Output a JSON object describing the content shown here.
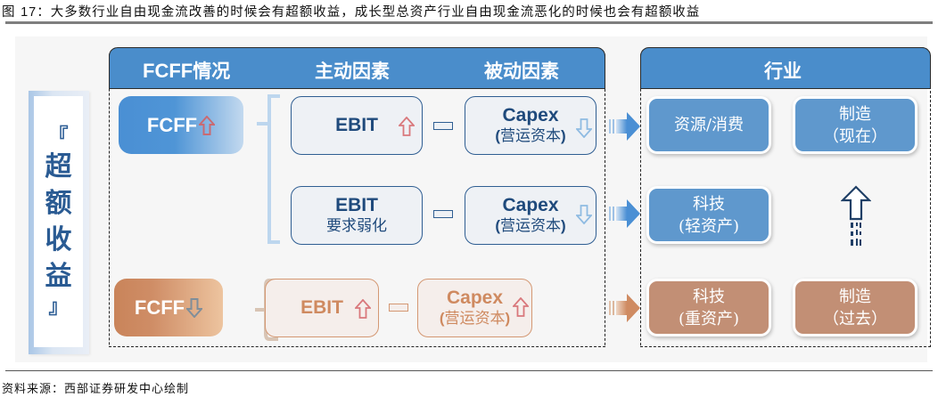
{
  "figure": {
    "title_prefix": "图 ",
    "title_num": "17",
    "title_text": "：大多数行业自由现金流改善的时候会有超额收益，成长型总资产行业自由现金流恶化的时候也会有超额收益",
    "source": "资料来源：西部证券研发中心绘制"
  },
  "side_label": {
    "open": "『",
    "chars": [
      "超",
      "额",
      "收",
      "益"
    ],
    "close": "』"
  },
  "headers": {
    "fcff_latin": "FCFF",
    "fcff_cn": "情况",
    "active": "主动因素",
    "passive": "被动因素",
    "industry": "行业"
  },
  "rows": [
    {
      "fcff": {
        "label": "FCFF",
        "trend": "up"
      },
      "active": {
        "title": "EBIT",
        "subtitle": "",
        "trend": "up"
      },
      "operator": "minus",
      "passive": {
        "title": "Capex",
        "subtitle_open": "(",
        "subtitle": "营运资本",
        "subtitle_close": ")",
        "trend": "down"
      },
      "industries": [
        {
          "line1": "资源/消费",
          "line2": ""
        },
        {
          "line1": "制造",
          "line2": "（现在）"
        }
      ]
    },
    {
      "active": {
        "title": "EBIT",
        "subtitle": "要求弱化"
      },
      "operator": "minus",
      "passive": {
        "title": "Capex",
        "subtitle_open": "(",
        "subtitle": "营运资本",
        "subtitle_close": ")",
        "trend": "down"
      },
      "industries": [
        {
          "line1": "科技",
          "line2": "(轻资产)"
        }
      ],
      "transition_arrow": "up"
    },
    {
      "fcff": {
        "label": "FCFF",
        "trend": "down"
      },
      "active": {
        "title": "EBIT",
        "subtitle": "",
        "trend": "up"
      },
      "operator": "minus",
      "passive": {
        "title": "Capex",
        "subtitle_open": "(",
        "subtitle": "营运资本",
        "subtitle_close": ")",
        "trend": "up"
      },
      "industries": [
        {
          "line1": "科技",
          "line2": "(重资产)"
        },
        {
          "line1": "制造",
          "line2": "（过去）"
        }
      ]
    }
  ],
  "colors": {
    "header_blue": "#4a8dcb",
    "dark_blue_text": "#1f4a7c",
    "brown": "#c9845a",
    "industry_blue": "#5f98cd",
    "industry_brown": "#c28f75",
    "arrow_red": "#d9787c"
  }
}
